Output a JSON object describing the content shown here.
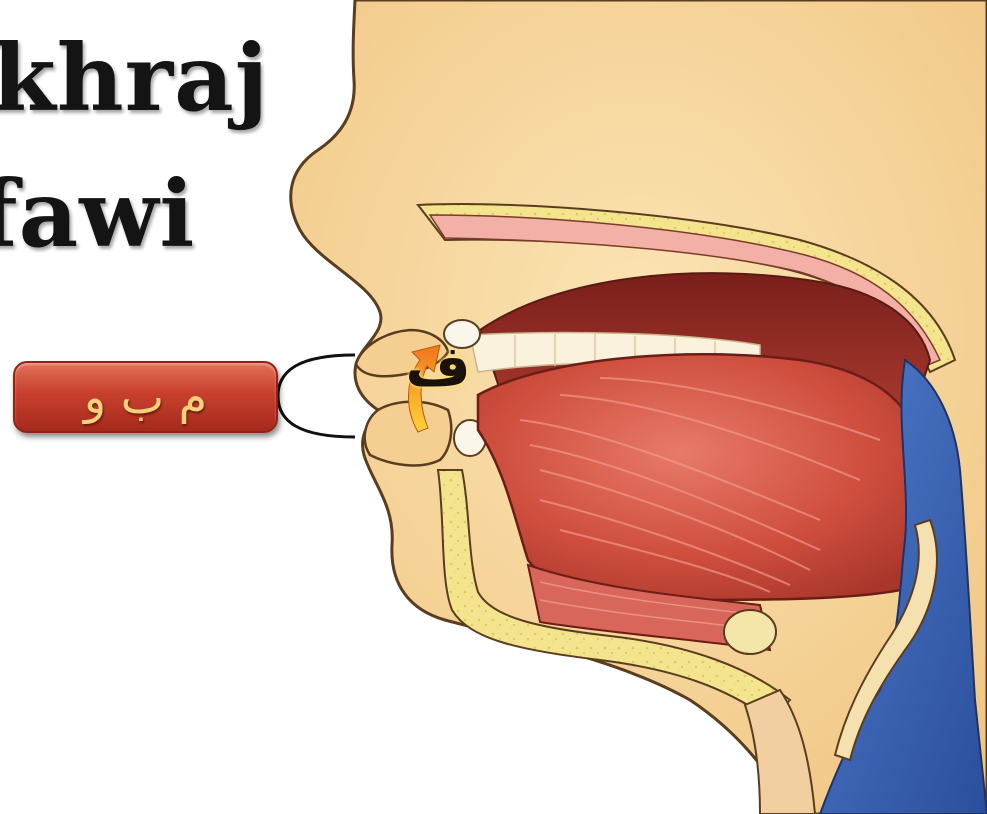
{
  "title": {
    "line1": "khraj",
    "line2": "fawi"
  },
  "label_letters": "م ب و",
  "focus_letter": "ف",
  "colors": {
    "skin": "#f7d79a",
    "skin_outline": "#5a3d1f",
    "muscle": "#d2584a",
    "bone_yellow": "#f2e08a",
    "airway_blue": "#3b64b4",
    "pill_red": "#c8402d",
    "pill_text": "#f6d07a",
    "accent_orange": "#f08a1c"
  },
  "icons": {
    "lip_bracket": "lip-bracket-icon",
    "sound_arrow": "sound-arrow-icon"
  }
}
